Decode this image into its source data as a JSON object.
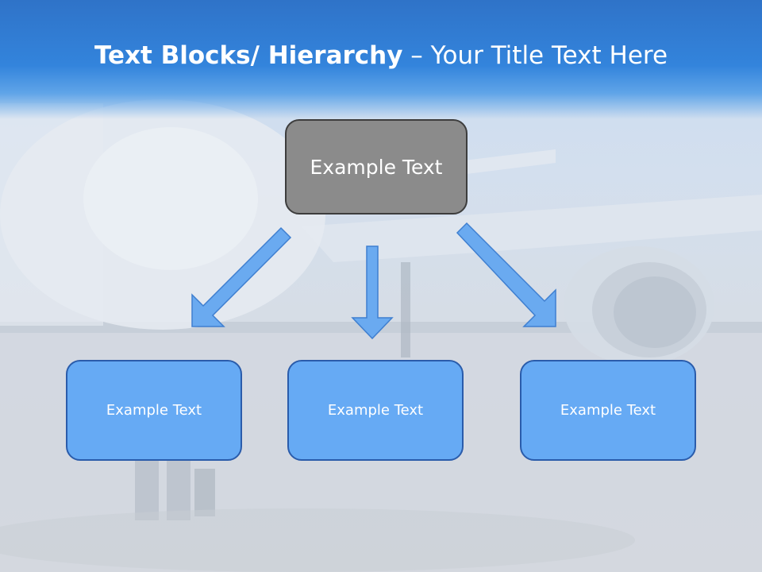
{
  "title": {
    "bold_part": "Text Blocks/ Hierarchy",
    "rest_part": " – Your Title Text Here"
  },
  "diagram": {
    "top": {
      "label": "Example Text"
    },
    "children": [
      {
        "label": "Example Text"
      },
      {
        "label": "Example Text"
      },
      {
        "label": "Example Text"
      }
    ]
  },
  "colors": {
    "title_band": "#3384dc",
    "top_box_fill": "#8b8b8b",
    "top_box_border": "#3d3d3d",
    "child_fill": "#66aaf4",
    "child_border": "#2a5cab",
    "arrow_fill": "#6aaaf0",
    "arrow_stroke": "#3f7fd0"
  },
  "background": {
    "image": "airplane-on-runway"
  }
}
